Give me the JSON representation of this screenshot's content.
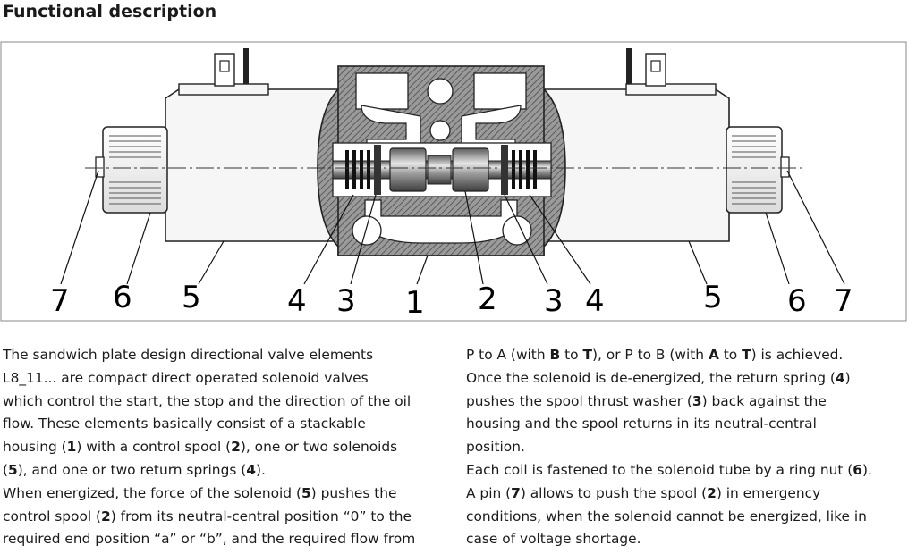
{
  "heading": "Functional description",
  "callouts": {
    "left": [
      "7",
      "6",
      "5",
      "4",
      "3"
    ],
    "center": [
      "1",
      "2"
    ],
    "right": [
      "3",
      "4",
      "5",
      "6",
      "7"
    ]
  },
  "text": {
    "left": [
      "The sandwich plate design directional valve elements",
      "L8_11... are compact  direct  operated solenoid valves",
      "which control the start, the stop and the direction of the oil",
      "flow. These elements basically consist of a stackable",
      "housing (1) with a control spool (2), one or two solenoids",
      "(5), and one or two return springs (4).",
      "When energized, the force of the solenoid (5) pushes the",
      "control spool (2) from its neutral-central position “0” to the",
      "required end position “a” or “b”, and the required flow from"
    ],
    "right": [
      "P to A (with B to T), or P to B (with A to T) is achieved.",
      "Once the solenoid is de-energized, the return spring (4)",
      "pushes the spool thrust washer (3) back against the",
      "housing and the spool returns in its neutral-central",
      "position.",
      "Each coil is fastened to the solenoid tube by a ring nut (6).",
      "A pin (7) allows to push the spool (2) in emergency",
      "conditions, when the solenoid cannot be energized, like in",
      "case of voltage shortage."
    ]
  }
}
